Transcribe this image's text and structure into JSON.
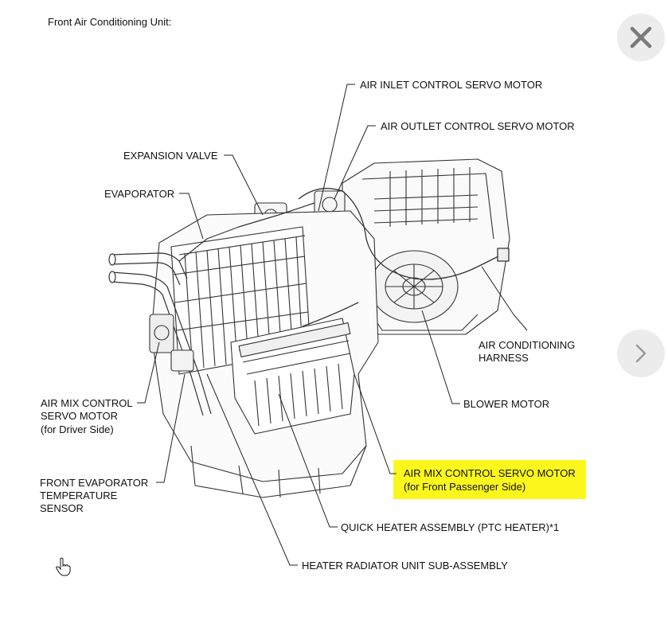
{
  "caption": "Front Air Conditioning Unit:",
  "labels": {
    "air_inlet": "AIR INLET CONTROL SERVO MOTOR",
    "air_outlet": "AIR OUTLET CONTROL SERVO MOTOR",
    "expansion_valve": "EXPANSION VALVE",
    "evaporator": "EVAPORATOR",
    "ac_harness_1": "AIR CONDITIONING",
    "ac_harness_2": "HARNESS",
    "air_mix_driver_1": "AIR MIX CONTROL",
    "air_mix_driver_2": "SERVO MOTOR",
    "air_mix_driver_3": "(for Driver Side)",
    "blower_motor": "BLOWER MOTOR",
    "front_evap_1": "FRONT EVAPORATOR",
    "front_evap_2": "TEMPERATURE",
    "front_evap_3": "SENSOR",
    "air_mix_pass_1": "AIR MIX CONTROL SERVO MOTOR",
    "air_mix_pass_2": "(for Front Passenger Side)",
    "quick_heater": "QUICK HEATER ASSEMBLY (PTC HEATER)*1",
    "heater_radiator": "HEATER RADIATOR UNIT SUB-ASSEMBLY"
  },
  "highlight_color": "#fbf71c",
  "icons": {
    "close": "close-icon",
    "next": "chevron-right-icon",
    "cursor": "hand-pointer-icon"
  }
}
